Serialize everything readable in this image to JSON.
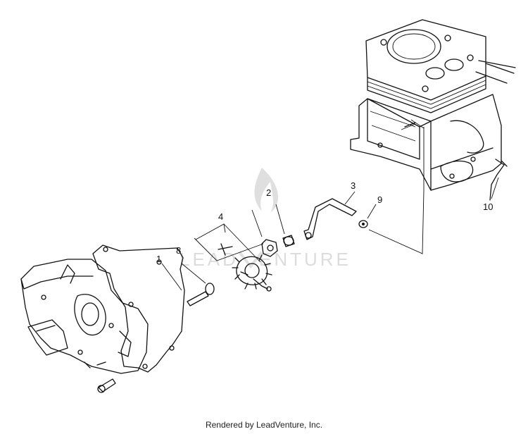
{
  "diagram": {
    "callouts": [
      "1",
      "2",
      "3",
      "4",
      "8",
      "9",
      "10"
    ],
    "watermark": {
      "logo_lettering": "LEADVENTURE",
      "color": "#d9d9d9"
    }
  },
  "footer": {
    "credit": "Rendered by LeadVenture, Inc."
  },
  "colors": {
    "ink": "#111111",
    "background": "#ffffff",
    "watermark": "#d9d9d9"
  }
}
